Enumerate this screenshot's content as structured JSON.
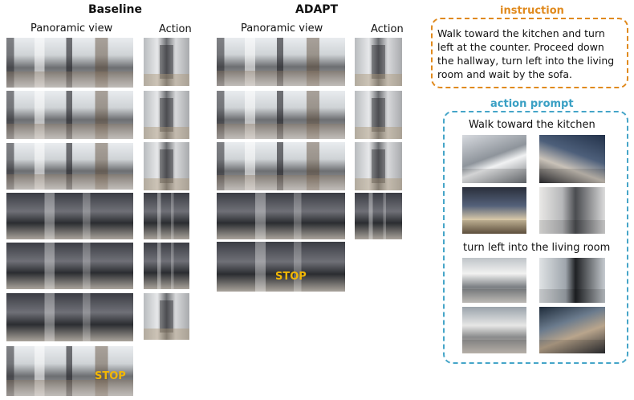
{
  "headers": {
    "baseline": "Baseline",
    "adapt": "ADAPT",
    "panoramic_view_1": "Panoramic view",
    "action_1": "Action",
    "panoramic_view_2": "Panoramic view",
    "action_2": "Action"
  },
  "stop_label_baseline": "STOP",
  "stop_label_adapt": "STOP",
  "instruction": {
    "title": "instruction",
    "text": "Walk toward the kitchen and turn left at the counter. Proceed down the hallway, turn left into the living room and wait by the sofa."
  },
  "action_prompt": {
    "title": "action prompt",
    "prompt_1": "Walk toward the kitchen",
    "prompt_2": "turn left into the living room"
  },
  "colors": {
    "instruction_accent": "#e08a1e",
    "action_prompt_accent": "#3aa0c4",
    "stop_color": "#f2b705"
  }
}
